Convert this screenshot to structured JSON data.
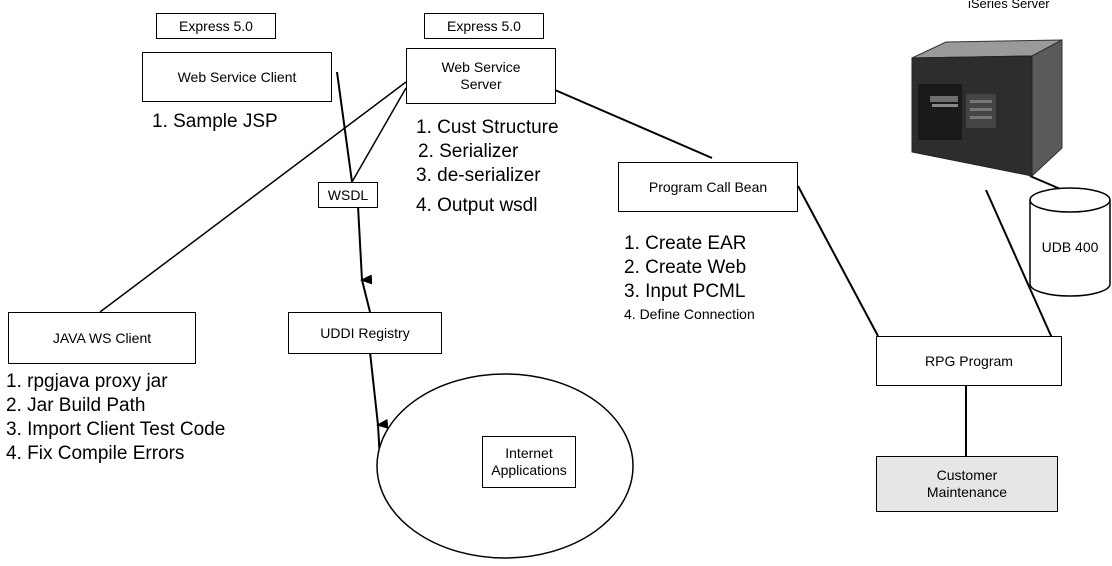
{
  "labels": {
    "iseries_server": "iSeries Server"
  },
  "boxes": {
    "express_left": "Express  5.0",
    "express_right": "Express  5.0",
    "ws_client": "Web Service Client",
    "ws_server": "Web Service\nServer",
    "wsdl": "WSDL",
    "program_call_bean": "Program Call Bean",
    "udb": "UDB 400",
    "java_ws_client": "JAVA WS Client",
    "uddi_registry": "UDDI Registry",
    "rpg_program": "RPG Program",
    "internet_apps": "Internet\nApplications",
    "customer_maintenance": "Customer\nMaintenance"
  },
  "lists": {
    "ws_client_steps": [
      "1. Sample JSP"
    ],
    "ws_server_steps": [
      "1. Cust  Structure",
      "2. Serializer",
      "3. de-serializer",
      "4. Output wsdl"
    ],
    "program_call_steps": [
      "1. Create EAR",
      "2. Create Web",
      "3. Input PCML",
      "4.  Define Connection"
    ],
    "java_client_steps": [
      "1. rpgjava proxy jar",
      "2. Jar Build Path",
      "3. Import Client Test Code",
      "4. Fix Compile Errors"
    ]
  }
}
